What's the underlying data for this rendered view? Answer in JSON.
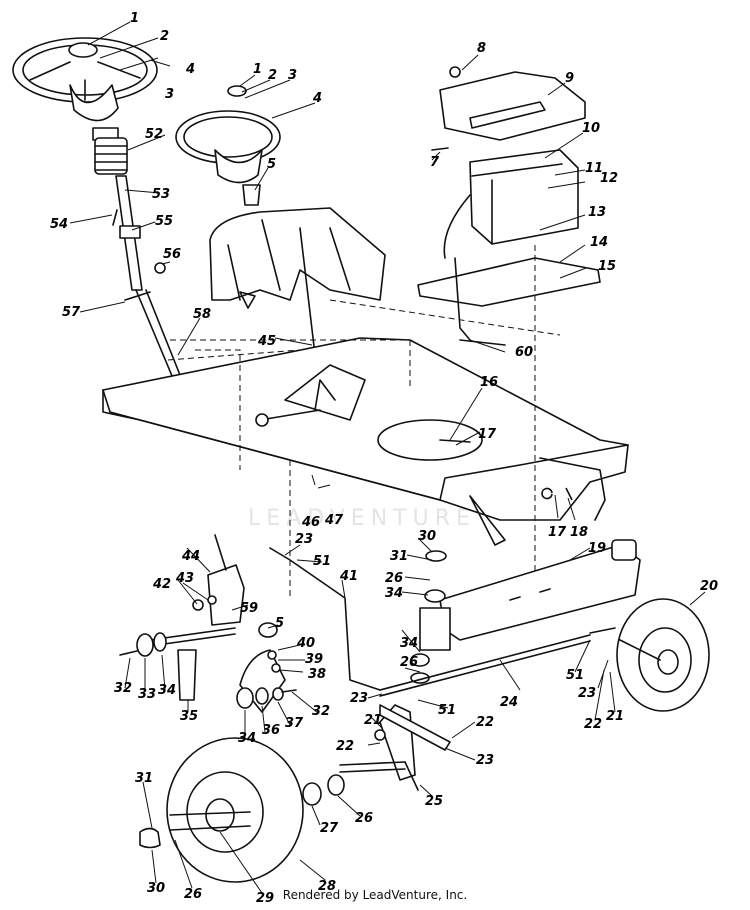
{
  "footer_text": "Rendered by LeadVenture, Inc.",
  "watermark_text": "LEADVENTURE",
  "callouts": {
    "c1a": "1",
    "c2a": "2",
    "c3a": "3",
    "c4a": "4",
    "c52": "52",
    "c53": "53",
    "c54": "54",
    "c55": "55",
    "c56": "56",
    "c57": "57",
    "c58": "58",
    "c1b": "1",
    "c2b": "2",
    "c3b": "3",
    "c4b": "4",
    "c5a": "5",
    "c45": "45",
    "c8": "8",
    "c9": "9",
    "c10": "10",
    "c7": "7",
    "c11": "11",
    "c12": "12",
    "c13": "13",
    "c14": "14",
    "c15": "15",
    "c60": "60",
    "c16": "16",
    "c17a": "17",
    "c46": "46",
    "c47": "47",
    "c17b": "17",
    "c18": "18",
    "c19": "19",
    "c20": "20",
    "c23a": "23",
    "c51a": "51",
    "c30a": "30",
    "c31a": "31",
    "c26a": "26",
    "c34a": "34",
    "c41": "41",
    "c44": "44",
    "c42": "42",
    "c43": "43",
    "c59": "59",
    "c5b": "5",
    "c40": "40",
    "c39": "39",
    "c38": "38",
    "c32a": "32",
    "c33": "33",
    "c34b": "34",
    "c35": "35",
    "c34c": "34",
    "c36": "36",
    "c37": "37",
    "c32b": "32",
    "c34d": "34",
    "c26b": "26",
    "c23b": "23",
    "c51b": "51",
    "c24": "24",
    "c51c": "51",
    "c23c": "23",
    "c22a": "22",
    "c21a": "21",
    "c21b": "21",
    "c22b": "22",
    "c22c": "22",
    "c23d": "23",
    "c25": "25",
    "c31b": "31",
    "c30b": "30",
    "c26c": "26",
    "c29": "29",
    "c28": "28",
    "c27": "27",
    "c26d": "26"
  }
}
